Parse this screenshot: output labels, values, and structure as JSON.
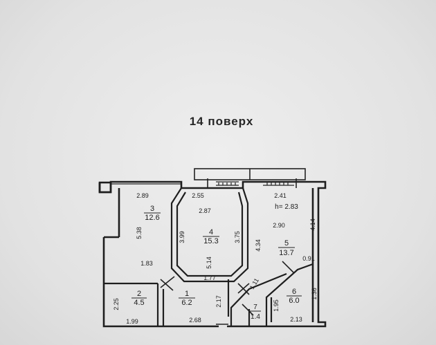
{
  "title": "14 поверх",
  "ceiling_height": "h= 2.83",
  "rooms": [
    {
      "number": "1",
      "area": "6.2"
    },
    {
      "number": "2",
      "area": "4.5"
    },
    {
      "number": "3",
      "area": "12.6"
    },
    {
      "number": "4",
      "area": "15.3"
    },
    {
      "number": "5",
      "area": "13.7"
    },
    {
      "number": "6",
      "area": "6.0"
    },
    {
      "number": "7",
      "area": "1.4"
    }
  ],
  "dimensions": {
    "d_2_89": "2.89",
    "d_2_55": "2.55",
    "d_2_87": "2.87",
    "d_2_41": "2.41",
    "d_5_38": "5.38",
    "d_3_99": "3.99",
    "d_3_75": "3.75",
    "d_4_34": "4.34",
    "d_4_14": "4.14",
    "d_2_90": "2.90",
    "d_1_83": "1.83",
    "d_5_14": "5.14",
    "d_1_77": "1.77",
    "d_1_11": "1.11",
    "d_0_91": "0.91",
    "d_2_25": "2.25",
    "d_2_17": "2.17",
    "d_1_95": "1.95",
    "d_1_36": "1.36",
    "d_1_99": "1.99",
    "d_2_68": "2.68",
    "d_2_13": "2.13"
  }
}
